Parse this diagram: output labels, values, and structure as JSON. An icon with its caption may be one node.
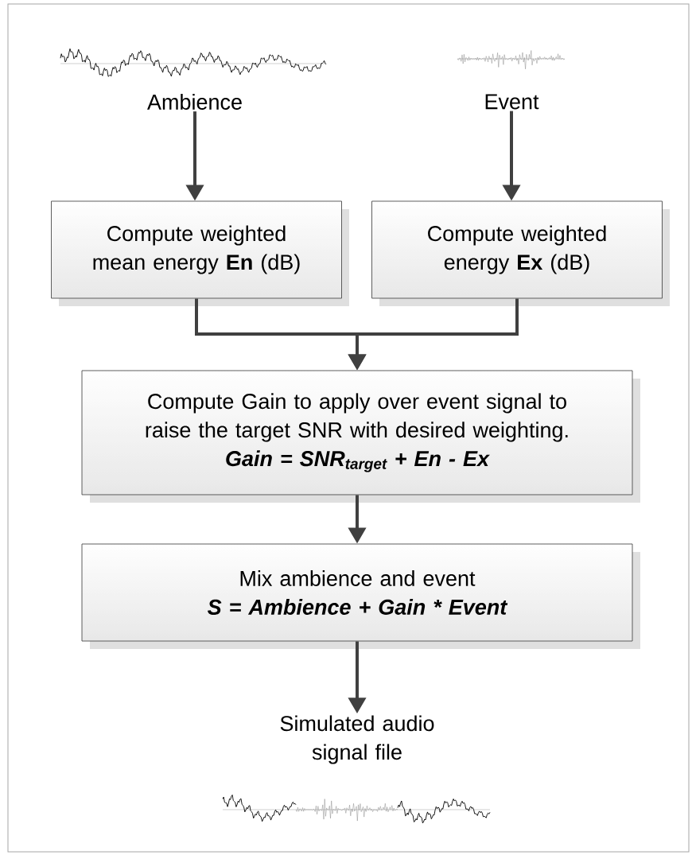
{
  "diagram": {
    "nodes": [
      {
        "text": [
          "Ambience"
        ]
      },
      {
        "text": [
          "Event"
        ]
      },
      {
        "text": [
          "Compute weighted mean energy **En** (dB)"
        ]
      },
      {
        "text": [
          "Compute weighted energy **Ex** (dB)"
        ]
      },
      {
        "text": [
          "Compute Gain to apply over event signal to raise the target SNR with desired weighting.",
          "Gain = SNR$_{target}$ + En - Ex"
        ]
      },
      {
        "text": [
          "Mix ambience and event",
          "S = Ambience + Gain * Event"
        ]
      },
      {
        "text": [
          "Simulated audio signal file"
        ]
      }
    ],
    "edges": [
      {
        "from": 0,
        "to": 2,
        "arrow": "to"
      },
      {
        "from": 1,
        "to": 3,
        "arrow": "to"
      },
      {
        "from": 2,
        "to": 4,
        "arrow": "to"
      },
      {
        "from": 3,
        "to": 4,
        "arrow": "to"
      },
      {
        "from": 4,
        "to": 5,
        "arrow": "to"
      },
      {
        "from": 5,
        "to": 6,
        "arrow": "to"
      }
    ]
  }
}
